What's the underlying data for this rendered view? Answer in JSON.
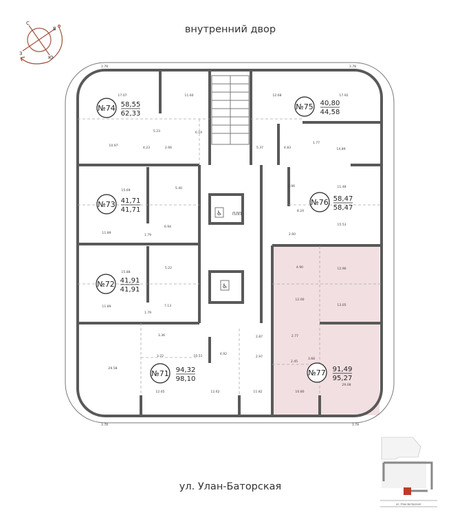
{
  "labels": {
    "courtyard": "внутренний двор",
    "street": "ул. Улан-Баторская"
  },
  "compass": {
    "n": "С",
    "e": "В",
    "s": "Ю",
    "w": "З",
    "color": "#a0523d"
  },
  "core": {
    "lift_label": "ПЛП"
  },
  "highlight_color": "#f2dfe1",
  "highlighted_apartment": "№77",
  "apartments": [
    {
      "number": "№74",
      "living_area": "58,55",
      "total_area": "62,33"
    },
    {
      "number": "№73",
      "living_area": "41,71",
      "total_area": "41,71"
    },
    {
      "number": "№72",
      "living_area": "41,91",
      "total_area": "41,91"
    },
    {
      "number": "№71",
      "living_area": "94,32",
      "total_area": "98,10"
    },
    {
      "number": "№75",
      "living_area": "40,80",
      "total_area": "44,58"
    },
    {
      "number": "№76",
      "living_area": "58,47",
      "total_area": "58,47"
    },
    {
      "number": "№77",
      "living_area": "91,49",
      "total_area": "95,27"
    }
  ],
  "room_areas": [
    "17.07",
    "11.60",
    "5.23",
    "6.19",
    "10.97",
    "4.23",
    "2.66",
    "5.40",
    "15.69",
    "11.89",
    "6.94",
    "1.79",
    "5.22",
    "15.88",
    "11.89",
    "7.13",
    "1.79",
    "3.36",
    "3.22",
    "10.51",
    "29.58",
    "12.65",
    "12.62",
    "4.92",
    "12.68",
    "17.92",
    "1.77",
    "5.37",
    "4.83",
    "14.89",
    "3.96",
    "11.48",
    "8.24",
    "15.53",
    "2.60",
    "4.90",
    "12.96",
    "12.00",
    "13.05",
    "2.77",
    "2.87",
    "2.97",
    "2.45",
    "3.68",
    "29.08",
    "11.82",
    "10.80"
  ],
  "balcony_dims": [
    "3.78",
    "3.78",
    "3.78",
    "3.78"
  ],
  "key_plan": {
    "street": "ул. Улан-Баторская",
    "highlight_color": "#c0392b"
  }
}
